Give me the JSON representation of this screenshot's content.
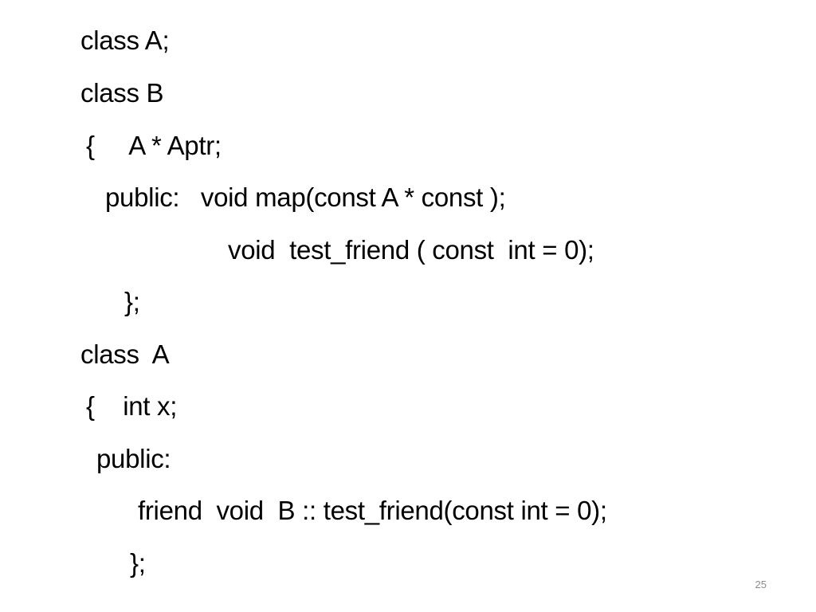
{
  "slide": {
    "lines": [
      "class A;",
      "class B",
      "{     A * Aptr;",
      "public:   void map(const A * const );",
      "void  test_friend ( const  int = 0);",
      "};",
      "class  A",
      "{    int x;",
      "public:",
      "friend  void  B :: test_friend(const int = 0);",
      "};"
    ],
    "page_number": "25"
  }
}
